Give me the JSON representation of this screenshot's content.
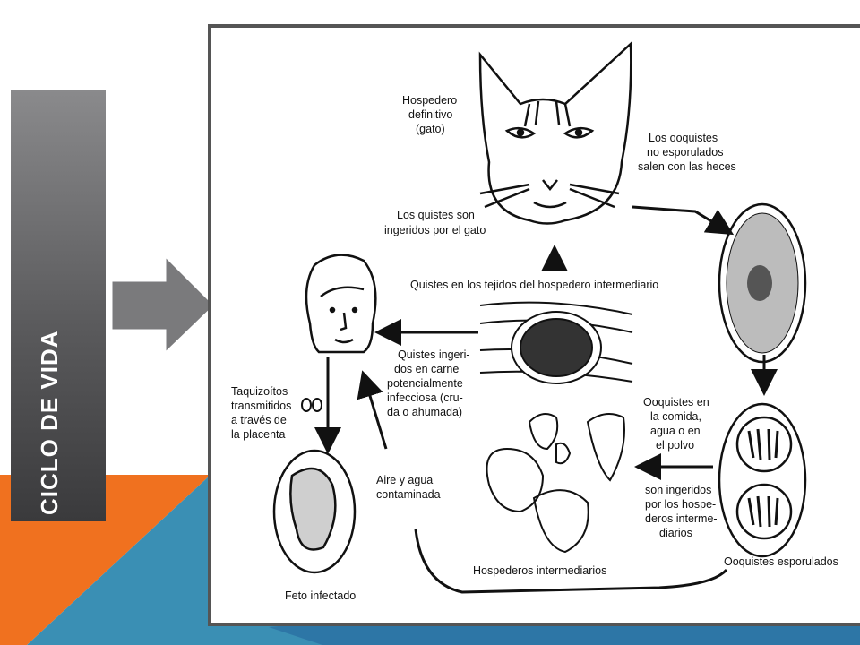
{
  "slide": {
    "title": "CICLO DE VIDA",
    "colors": {
      "orange": "#f0711f",
      "teal": "#3a8fb4",
      "blue": "#2d76a6",
      "title_bar": "#5a5a5c"
    }
  },
  "diagram": {
    "hospedero_definitivo": [
      "Hospedero",
      "definitivo",
      "(gato)"
    ],
    "ooquistes_heces": [
      "Los ooquistes",
      "no esporulados",
      "salen con las heces"
    ],
    "quistes_ingeridos_gato": [
      "Los quistes son",
      "ingeridos por el gato"
    ],
    "quistes_tejidos": "Quistes en los tejidos del hospedero intermediario",
    "quistes_carne": [
      "Quistes ingeri-",
      "dos en carne",
      "potencialmente",
      "infecciosa (cru-",
      "da o ahumada)"
    ],
    "taquizoitos": [
      "Taquizoítos",
      "transmitidos",
      "a través de",
      "la placenta"
    ],
    "ooquistes_comida": [
      "Ooquistes en",
      "la comida,",
      "agua o en",
      "el polvo"
    ],
    "ingeridos_hospederos": [
      "son ingeridos",
      "por los hospe-",
      "deros interme-",
      "diarios"
    ],
    "aire_agua": [
      "Aire y agua",
      "contaminada"
    ],
    "feto": "Feto infectado",
    "hospederos_intermediarios": "Hospederos intermediarios",
    "ooquistes_esporulados": "Ooquistes esporulados"
  }
}
